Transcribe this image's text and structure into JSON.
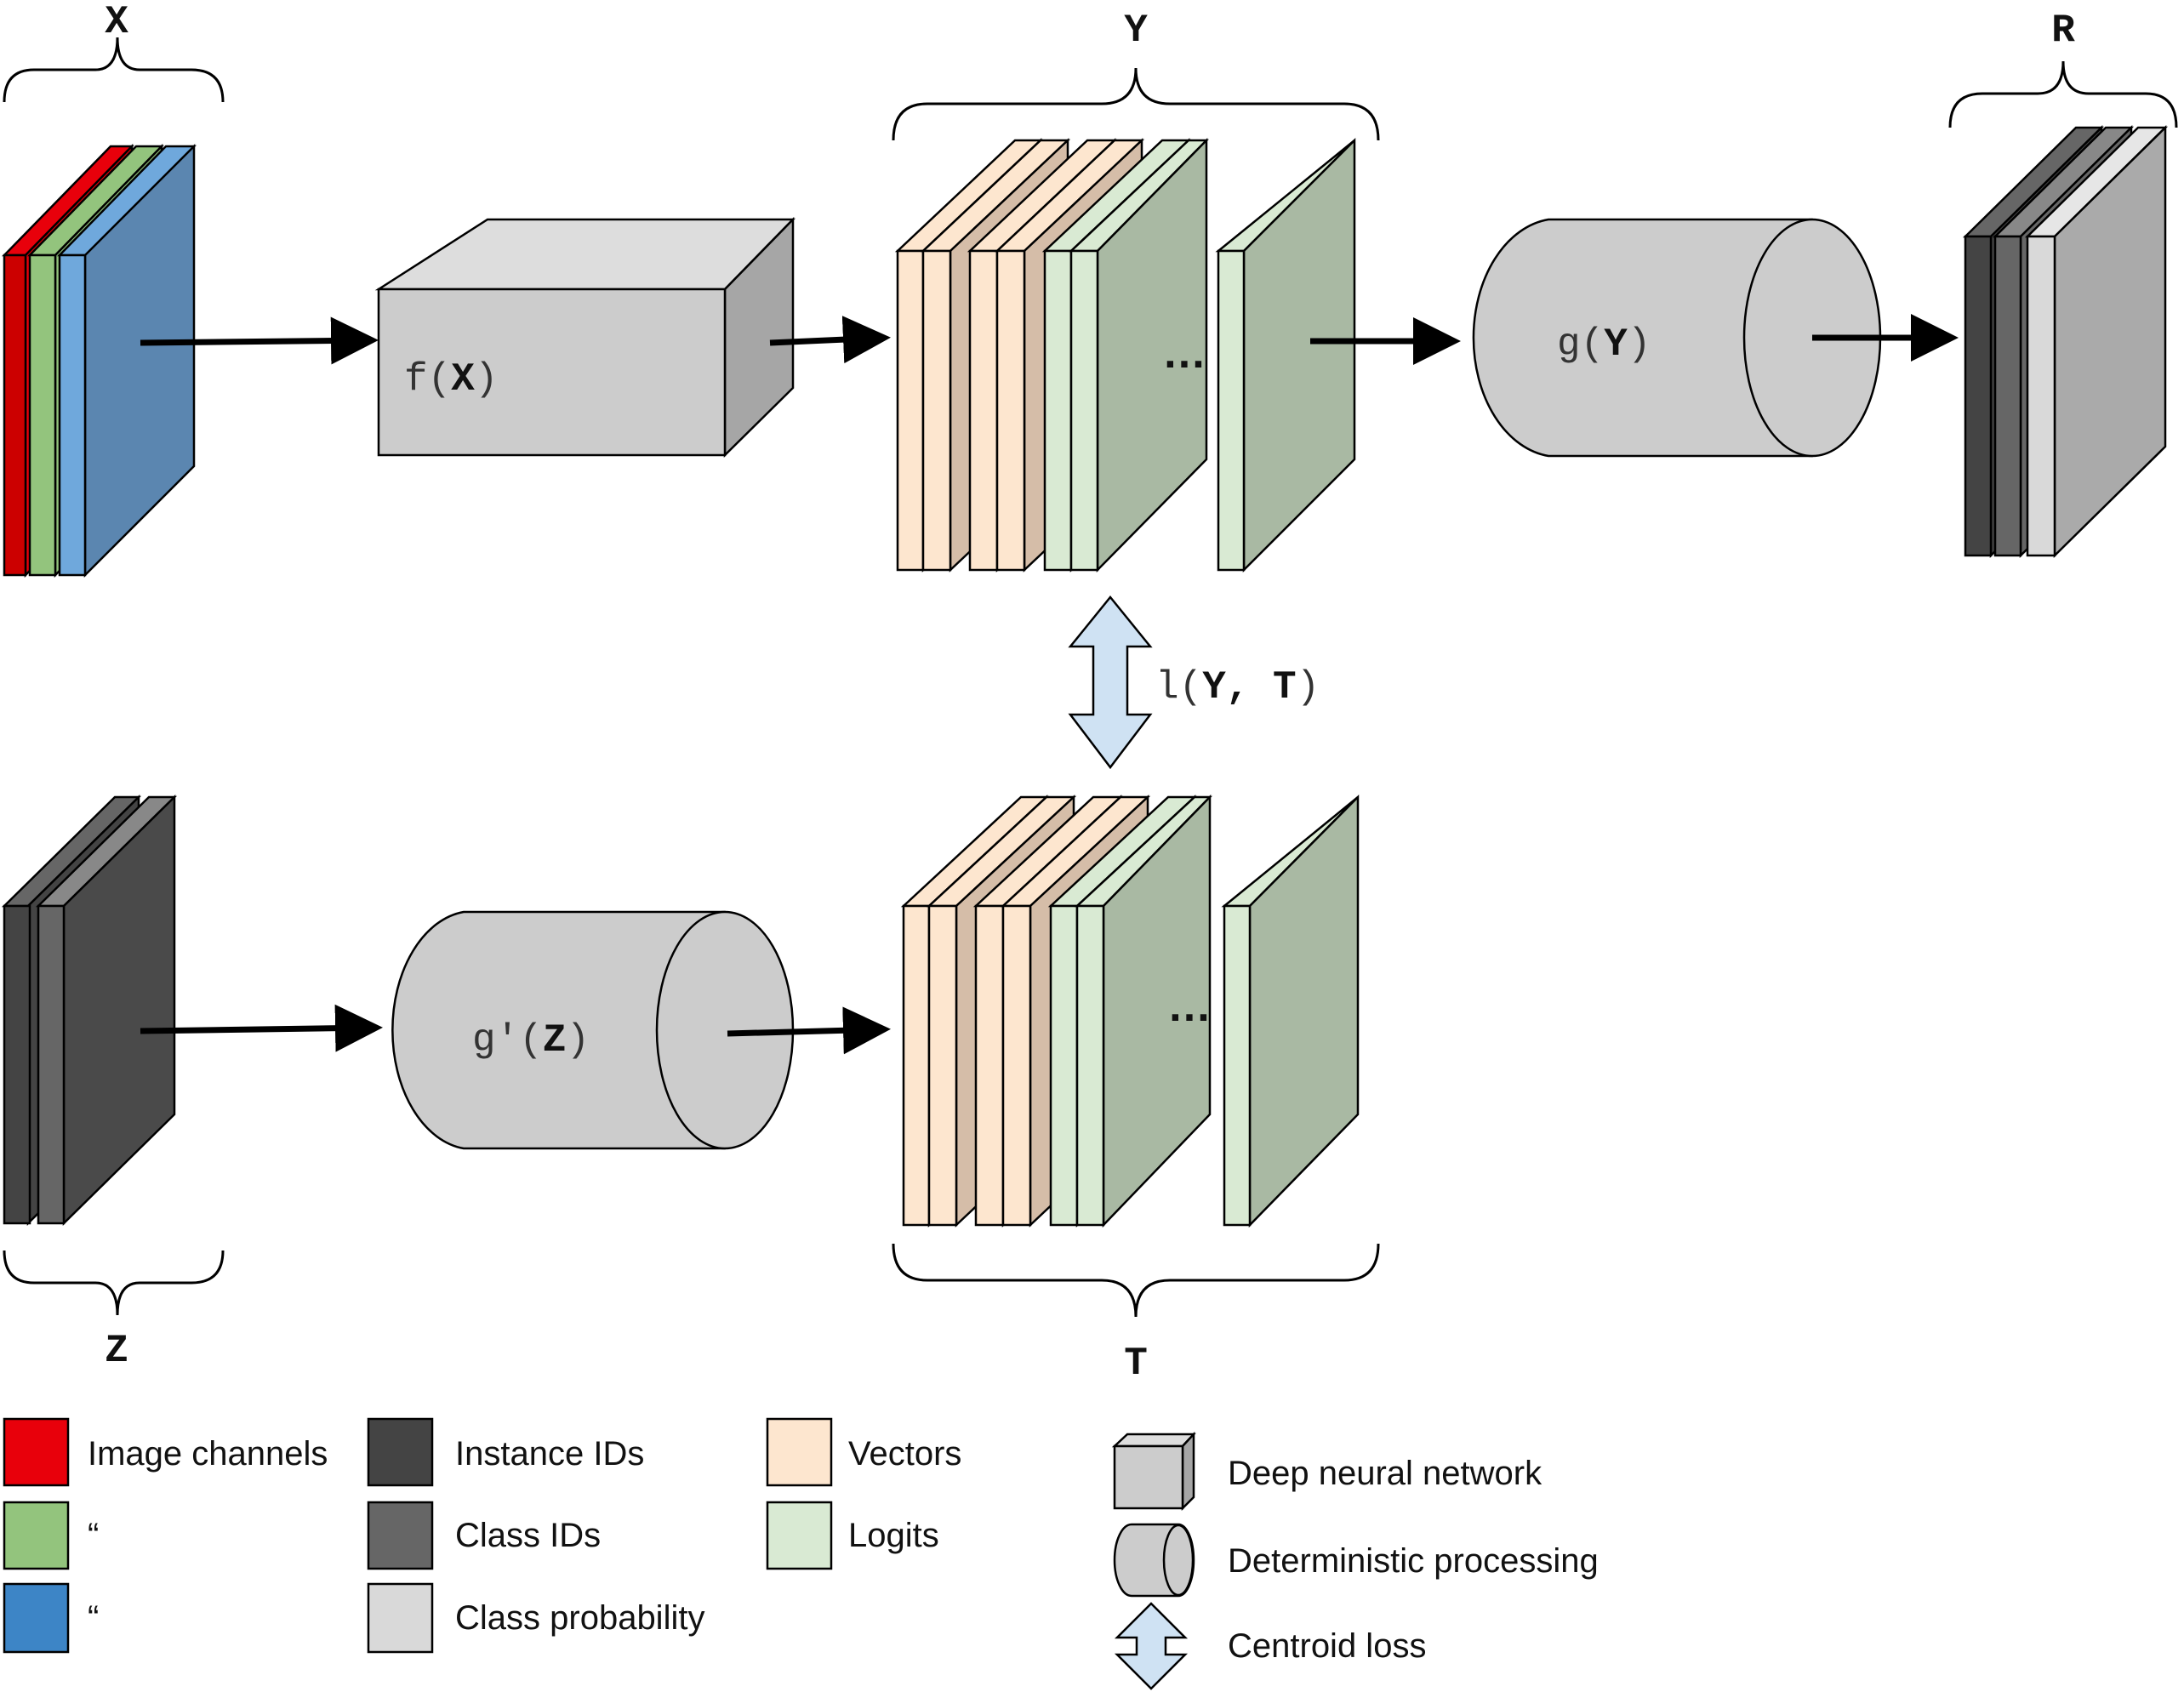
{
  "labels": {
    "x": "X",
    "y": "Y",
    "r": "R",
    "z": "Z",
    "t": "T"
  },
  "functions": {
    "f": {
      "prefix": "f(",
      "arg": "X",
      "suffix": ")"
    },
    "g": {
      "prefix": "g(",
      "arg": "Y",
      "suffix": ")"
    },
    "gprime": {
      "prefix": "g′(",
      "arg": "Z",
      "suffix": ")"
    },
    "loss": {
      "prefix": "l(",
      "arg": "Y, T",
      "suffix": ")"
    }
  },
  "ellipsis": "…",
  "colors": {
    "red": "#e8000b",
    "green": "#93c47d",
    "blue": "#3d85c6",
    "blue_face": "#5b86b0",
    "instance": "#444444",
    "class_ids": "#666666",
    "class_prob": "#d9d9d9",
    "vector": "#fde6cf",
    "vector_face": "#d5bda8",
    "logit": "#d9ead3",
    "logit_face": "#a9b9a3",
    "box": "#cccccc",
    "box_top": "#dddddd",
    "box_side": "#a6a6a6",
    "loss_arrow": "#cfe2f3"
  },
  "legend": {
    "col1": [
      {
        "label": "Image channels",
        "color": "#e8000b"
      },
      {
        "label": "“",
        "color": "#93c47d"
      },
      {
        "label": "“",
        "color": "#3d85c6"
      }
    ],
    "col2": [
      {
        "label": "Instance IDs",
        "color": "#444444"
      },
      {
        "label": "Class IDs",
        "color": "#666666"
      },
      {
        "label": "Class probability",
        "color": "#d9d9d9"
      }
    ],
    "col3": [
      {
        "label": "Vectors",
        "color": "#fde6cf"
      },
      {
        "label": "Logits",
        "color": "#d9ead3"
      }
    ],
    "col4": [
      {
        "label": "Deep neural network",
        "icon": "cube-icon"
      },
      {
        "label": "Deterministic processing",
        "icon": "cylinder-icon"
      },
      {
        "label": "Centroid loss",
        "icon": "double-arrow-icon"
      }
    ]
  }
}
